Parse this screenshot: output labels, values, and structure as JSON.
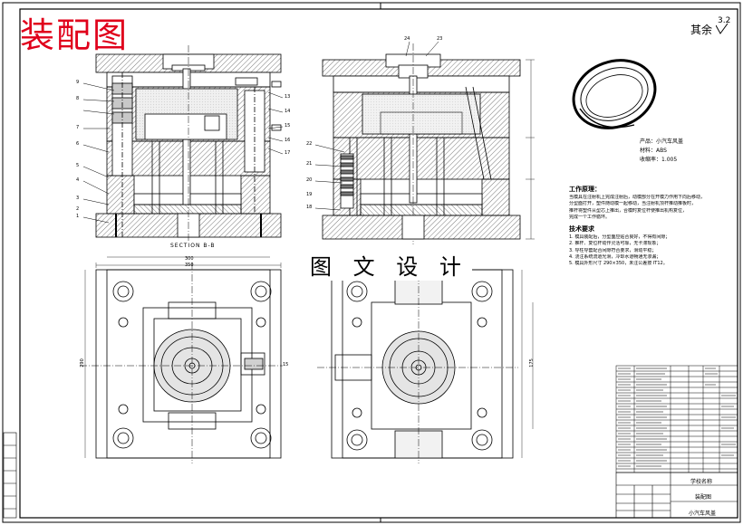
{
  "title": "装配图",
  "roughness_label": "其余",
  "roughness_value": "3.2",
  "watermark": "图 文 设 计",
  "section_label": "SECTION B-B",
  "product_info": {
    "product": "产品：小汽车风盖",
    "material": "材料：ABS",
    "shrinkage": "收缩率：1.005"
  },
  "work_process": {
    "header": "工作原理：",
    "lines": [
      "当模具在注射机上完成注射后，动模部分在开模力作用下向后移动，",
      "分型面打开，塑件随动模一起移动，当注射机顶杆推动推板时，",
      "推杆将塑件从型芯上推出，合模时复位杆使推出机构复位，",
      "完成一个工作循环。"
    ]
  },
  "tech_req": {
    "header": "技术要求",
    "lines": [
      "1. 模具装配后，分型面应贴合良好，不得有间隙；",
      "2. 推杆、复位杆动作灵活可靠，无卡滞现象；",
      "3. 导柱导套配合间隙符合要求，滑动平稳；",
      "4. 浇注系统流道光滑，冷却水道畅通无渗漏；",
      "5. 模具外形尺寸 290×350，未注公差按 IT12。"
    ]
  },
  "dimensions": {
    "top_outer": "300",
    "top_inner": "350",
    "side_a": "290",
    "side_b": "175",
    "side_c": "15"
  },
  "part_numbers_left": [
    "9",
    "8",
    "7",
    "6",
    "5",
    "4",
    "3",
    "2",
    "1"
  ],
  "part_numbers_right": [
    "13",
    "14",
    "15",
    "16",
    "17",
    "18",
    "22",
    "21",
    "20",
    "19"
  ],
  "top_numbers": [
    "24",
    "23"
  ],
  "title_block": {
    "school": "学校名称",
    "drawing": "装配图",
    "part_name": "小汽车风盖"
  },
  "colors": {
    "title_red": "#e0001b",
    "line": "#000000",
    "hatch_gray": "#9a9a9a"
  }
}
